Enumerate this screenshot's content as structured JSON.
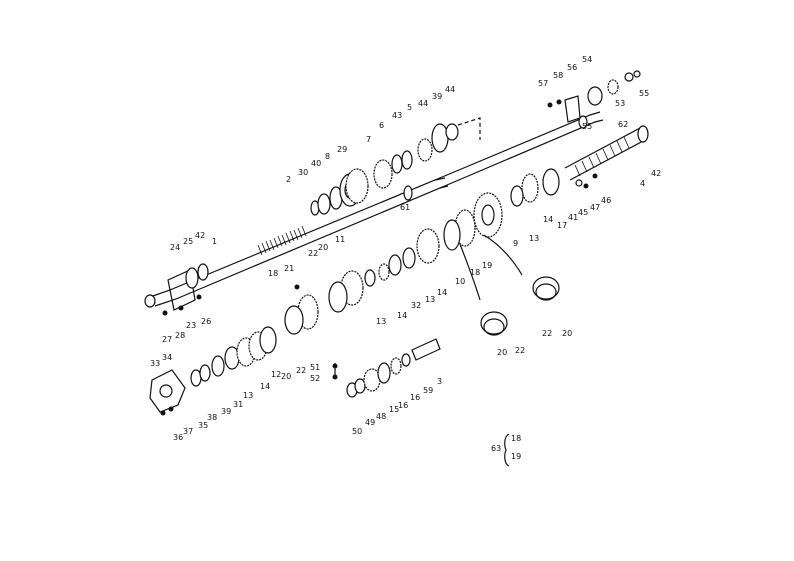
{
  "diagram": {
    "labels": [
      {
        "id": "1",
        "text": "1"
      },
      {
        "id": "2",
        "text": "2"
      },
      {
        "id": "3",
        "text": "3"
      },
      {
        "id": "4",
        "text": "4"
      },
      {
        "id": "5",
        "text": "5"
      },
      {
        "id": "6",
        "text": "6"
      },
      {
        "id": "7",
        "text": "7"
      },
      {
        "id": "8",
        "text": "8"
      },
      {
        "id": "9",
        "text": "9"
      },
      {
        "id": "10",
        "text": "10"
      },
      {
        "id": "11",
        "text": "11"
      },
      {
        "id": "12",
        "text": "12"
      },
      {
        "id": "13",
        "text": "13"
      },
      {
        "id": "13b",
        "text": "13"
      },
      {
        "id": "13c",
        "text": "13"
      },
      {
        "id": "13d",
        "text": "13"
      },
      {
        "id": "14",
        "text": "14"
      },
      {
        "id": "14b",
        "text": "14"
      },
      {
        "id": "14c",
        "text": "14"
      },
      {
        "id": "14d",
        "text": "14"
      },
      {
        "id": "15",
        "text": "15"
      },
      {
        "id": "16",
        "text": "16"
      },
      {
        "id": "16b",
        "text": "16"
      },
      {
        "id": "17",
        "text": "17"
      },
      {
        "id": "18",
        "text": "18"
      },
      {
        "id": "18b",
        "text": "18"
      },
      {
        "id": "18c",
        "text": "18"
      },
      {
        "id": "19",
        "text": "19"
      },
      {
        "id": "19b",
        "text": "19"
      },
      {
        "id": "20",
        "text": "20"
      },
      {
        "id": "20b",
        "text": "20"
      },
      {
        "id": "20c",
        "text": "20"
      },
      {
        "id": "20d",
        "text": "20"
      },
      {
        "id": "21",
        "text": "21"
      },
      {
        "id": "22",
        "text": "22"
      },
      {
        "id": "22b",
        "text": "22"
      },
      {
        "id": "22c",
        "text": "22"
      },
      {
        "id": "22d",
        "text": "22"
      },
      {
        "id": "23",
        "text": "23"
      },
      {
        "id": "24",
        "text": "24"
      },
      {
        "id": "25",
        "text": "25"
      },
      {
        "id": "26",
        "text": "26"
      },
      {
        "id": "27",
        "text": "27"
      },
      {
        "id": "28",
        "text": "28"
      },
      {
        "id": "29",
        "text": "29"
      },
      {
        "id": "30",
        "text": "30"
      },
      {
        "id": "31",
        "text": "31"
      },
      {
        "id": "32",
        "text": "32"
      },
      {
        "id": "33",
        "text": "33"
      },
      {
        "id": "34",
        "text": "34"
      },
      {
        "id": "35",
        "text": "35"
      },
      {
        "id": "36",
        "text": "36"
      },
      {
        "id": "37",
        "text": "37"
      },
      {
        "id": "38",
        "text": "38"
      },
      {
        "id": "39",
        "text": "39"
      },
      {
        "id": "39b",
        "text": "39"
      },
      {
        "id": "40",
        "text": "40"
      },
      {
        "id": "41",
        "text": "41"
      },
      {
        "id": "42",
        "text": "42"
      },
      {
        "id": "42b",
        "text": "42"
      },
      {
        "id": "43",
        "text": "43"
      },
      {
        "id": "44",
        "text": "44"
      },
      {
        "id": "44b",
        "text": "44"
      },
      {
        "id": "45",
        "text": "45"
      },
      {
        "id": "46",
        "text": "46"
      },
      {
        "id": "47",
        "text": "47"
      },
      {
        "id": "48",
        "text": "48"
      },
      {
        "id": "49",
        "text": "49"
      },
      {
        "id": "50",
        "text": "50"
      },
      {
        "id": "51",
        "text": "51"
      },
      {
        "id": "52",
        "text": "52"
      },
      {
        "id": "53",
        "text": "53"
      },
      {
        "id": "54",
        "text": "54"
      },
      {
        "id": "55",
        "text": "55"
      },
      {
        "id": "55b",
        "text": "55"
      },
      {
        "id": "56",
        "text": "56"
      },
      {
        "id": "57",
        "text": "57"
      },
      {
        "id": "58",
        "text": "58"
      },
      {
        "id": "59",
        "text": "59"
      },
      {
        "id": "61",
        "text": "61"
      },
      {
        "id": "62",
        "text": "62"
      },
      {
        "id": "63",
        "text": "63"
      }
    ]
  }
}
